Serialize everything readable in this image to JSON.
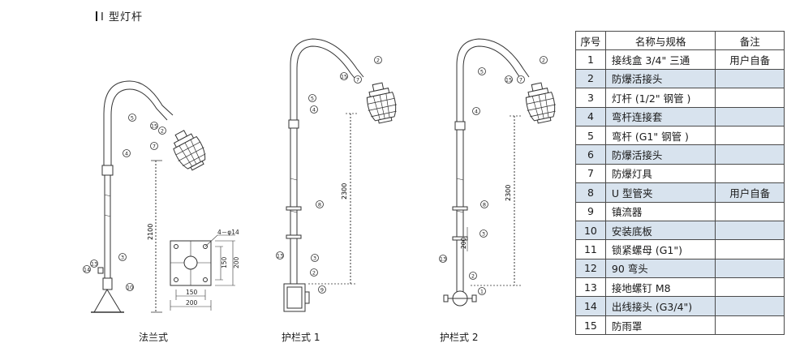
{
  "title": "Ⅰ 型灯杆",
  "captions": [
    "法兰式",
    "护栏式 1",
    "护栏式 2"
  ],
  "dimensions": {
    "flange_height": "2100",
    "rail1_height": "2300",
    "rail2_height": "2300",
    "rail2_small": "200",
    "plate_holes": "4－φ14",
    "plate_inner_w": "150",
    "plate_outer_w": "200",
    "plate_inner_h": "150",
    "plate_outer_h": "200"
  },
  "callouts": {
    "flange": [
      "5",
      "15",
      "2",
      "7",
      "4",
      "3",
      "13",
      "14",
      "10"
    ],
    "rail1": [
      "2",
      "15",
      "7",
      "5",
      "4",
      "8",
      "3",
      "13",
      "2",
      "9"
    ],
    "rail2": [
      "5",
      "2",
      "15",
      "7",
      "4",
      "8",
      "3",
      "13",
      "2",
      "1"
    ]
  },
  "table": {
    "headers": [
      "序号",
      "名称与规格",
      "备注"
    ],
    "rows": [
      [
        "1",
        "接线盒 3/4\" 三通",
        "用户自备"
      ],
      [
        "2",
        "防爆活接头",
        ""
      ],
      [
        "3",
        "灯杆 (1/2\" 钢管 )",
        ""
      ],
      [
        "4",
        "弯杆连接套",
        ""
      ],
      [
        "5",
        "弯杆 (G1\" 钢管 )",
        ""
      ],
      [
        "6",
        "防爆活接头",
        ""
      ],
      [
        "7",
        "防爆灯具",
        ""
      ],
      [
        "8",
        "U 型管夹",
        "用户自备"
      ],
      [
        "9",
        "镇流器",
        ""
      ],
      [
        "10",
        "安装底板",
        ""
      ],
      [
        "11",
        "锁紧螺母 (G1\")",
        ""
      ],
      [
        "12",
        "90 弯头",
        ""
      ],
      [
        "13",
        "接地螺钉 M8",
        ""
      ],
      [
        "14",
        "出线接头 (G3/4\")",
        ""
      ],
      [
        "15",
        "防雨罩",
        ""
      ]
    ]
  }
}
